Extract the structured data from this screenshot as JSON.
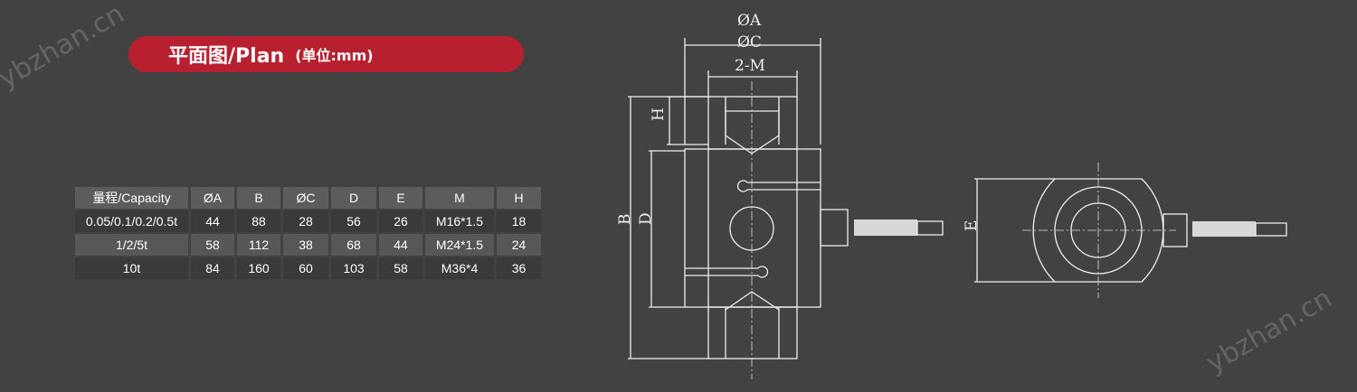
{
  "watermark": "ybzhan.cn",
  "banner": {
    "title": "平面图/Plan",
    "unit": "(单位:mm)"
  },
  "table": {
    "headers": [
      "量程/Capacity",
      "ØA",
      "B",
      "ØC",
      "D",
      "E",
      "M",
      "H"
    ],
    "rows": [
      [
        "0.05/0.1/0.2/0.5t",
        "44",
        "88",
        "28",
        "56",
        "26",
        "M16*1.5",
        "18"
      ],
      [
        "1/2/5t",
        "58",
        "112",
        "38",
        "68",
        "44",
        "M24*1.5",
        "24"
      ],
      [
        "10t",
        "84",
        "160",
        "60",
        "103",
        "58",
        "M36*4",
        "36"
      ]
    ]
  },
  "drawing": {
    "labels": {
      "a": "ØA",
      "c": "ØC",
      "m": "2-M",
      "h": "H",
      "b": "B",
      "d": "D",
      "e": "E"
    }
  },
  "colors": {
    "background": "#424242",
    "banner": "#b8202f"
  }
}
